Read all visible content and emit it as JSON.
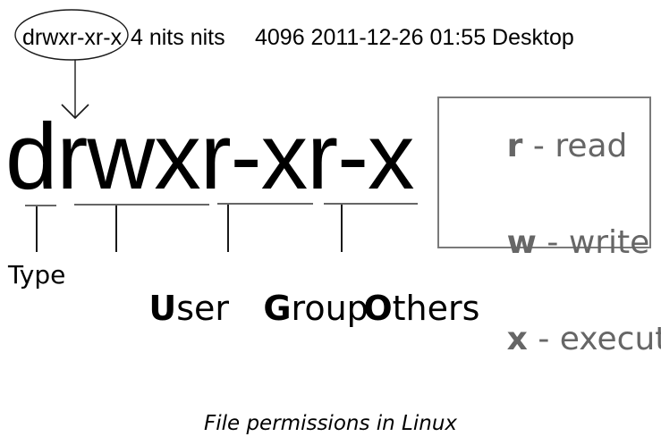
{
  "listing_row": {
    "permissions": "drwxr-xr-x",
    "links_owner": "4 nits nits",
    "size_date_name": "4096 2011-12-26 01:55 Desktop"
  },
  "permission_string": "drwxr-xr-x",
  "legend": {
    "items": [
      {
        "symbol": "r",
        "meaning": " - read"
      },
      {
        "symbol": "w",
        "meaning": " - write"
      },
      {
        "symbol": "x",
        "meaning": " - execute"
      }
    ]
  },
  "labels": {
    "type": "Type",
    "user": {
      "initial": "U",
      "rest": "ser"
    },
    "group": {
      "initial": "G",
      "rest": "roup"
    },
    "others": {
      "initial": "O",
      "rest": "thers"
    }
  },
  "caption": "File permissions in Linux",
  "colors": {
    "legend_text": "#666666",
    "legend_border": "#7a7a7a",
    "line": "#1a1a1a",
    "bracket": "#666666",
    "text": "#000000",
    "background": "#ffffff"
  }
}
